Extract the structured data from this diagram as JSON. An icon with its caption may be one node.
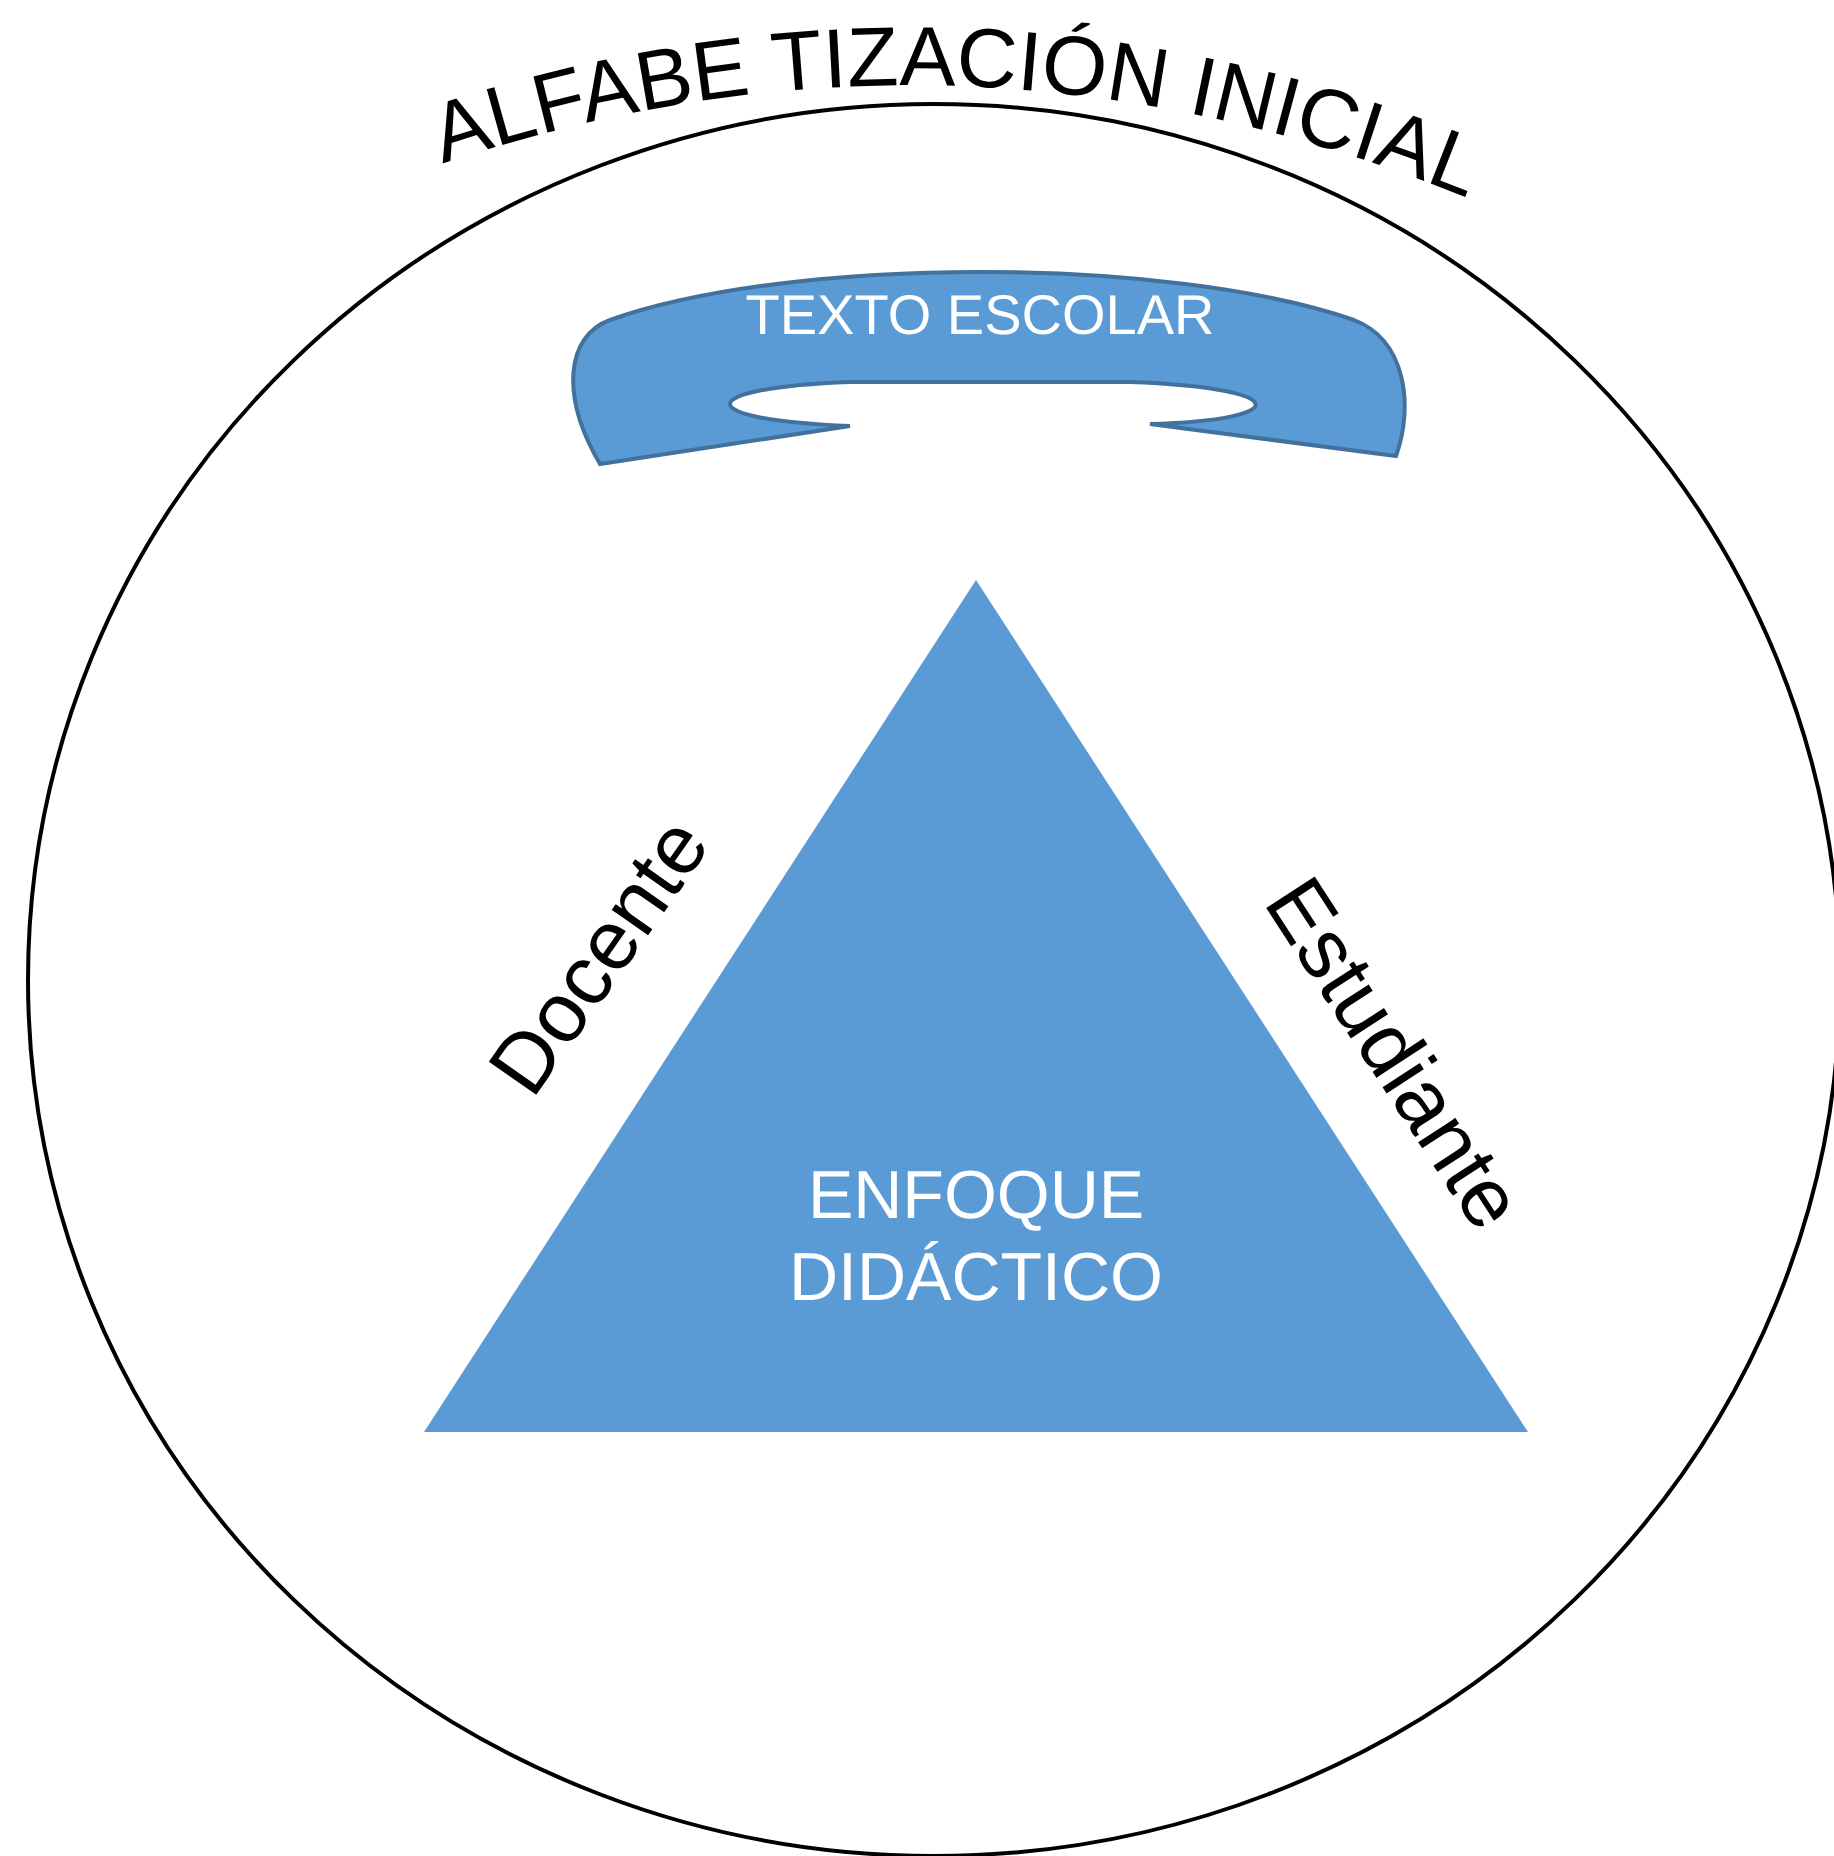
{
  "diagram": {
    "nodes": [
      {
        "text": [
          "ALFABE TIZACIÓN INICIAL"
        ]
      },
      {
        "text": [
          "TEXTO ESCOLAR"
        ],
        "in": 0
      },
      {
        "text": [
          "ENFOQUE DIDÁCTICO"
        ],
        "in": 0,
        "beside": [
          "Docente",
          "Estudiante"
        ]
      }
    ]
  }
}
